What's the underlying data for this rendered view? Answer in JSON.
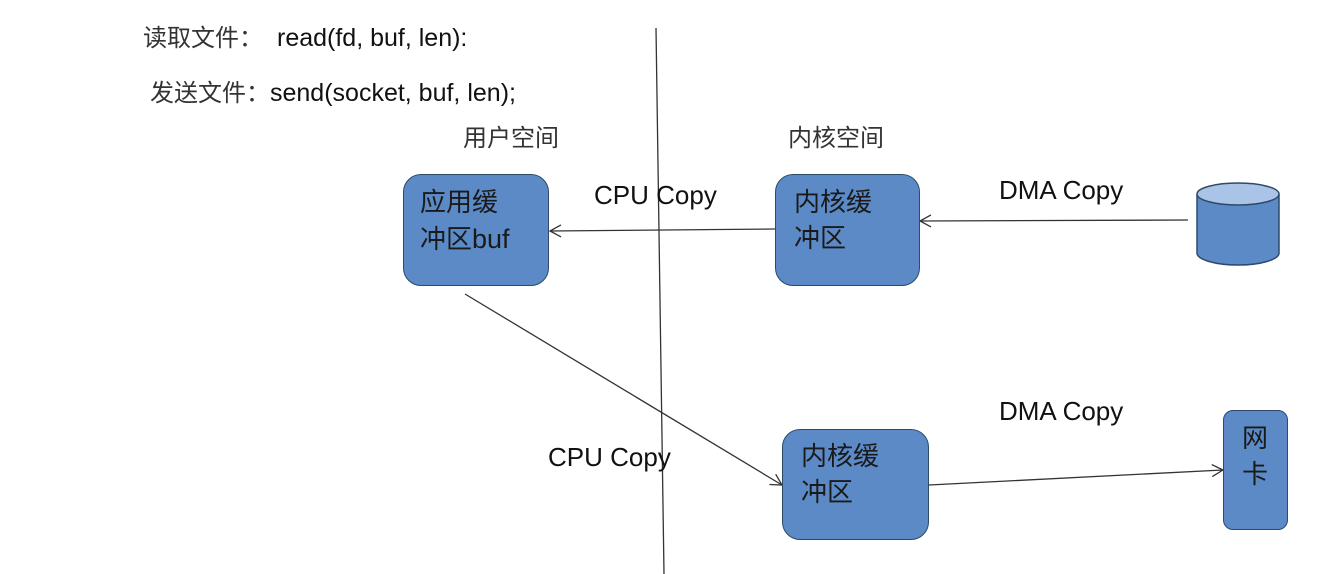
{
  "code": {
    "read": {
      "label": "读取文件：",
      "call": "read(fd, buf, len):"
    },
    "send": {
      "label": "发送文件：",
      "call": "send(socket, buf, len);"
    }
  },
  "spaces": {
    "user": "用户空间",
    "kernel": "内核空间"
  },
  "boxes": {
    "app_buffer": {
      "line1": "应用缓",
      "line2_cn": "冲区",
      "line2_latin": "buf"
    },
    "kernel_buffer_read": {
      "line1": "内核缓",
      "line2": "冲区"
    },
    "kernel_buffer_send": {
      "line1": "内核缓",
      "line2": "冲区"
    },
    "nic": {
      "line1": "网",
      "line2": "卡"
    }
  },
  "copies": {
    "read_cpu": "CPU Copy",
    "read_dma": "DMA Copy",
    "send_cpu": "CPU Copy",
    "send_dma": "DMA Copy"
  },
  "colors": {
    "box_fill": "#5b8ac6",
    "box_border": "#2d4a6b",
    "disk_top": "#a9c4e6"
  }
}
